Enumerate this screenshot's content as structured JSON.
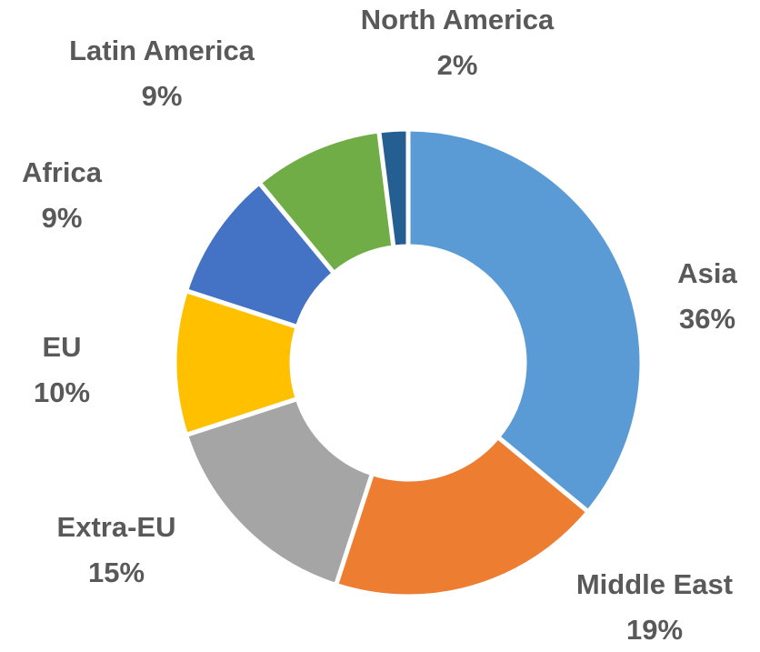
{
  "chart_data": {
    "type": "pie",
    "variant": "donut",
    "categories": [
      "Asia",
      "Middle East",
      "Extra-EU",
      "EU",
      "Africa",
      "Latin America",
      "North America"
    ],
    "values": [
      36,
      19,
      15,
      10,
      9,
      9,
      2
    ],
    "value_labels": [
      "36%",
      "19%",
      "15%",
      "10%",
      "9%",
      "9%",
      "2%"
    ],
    "colors": [
      "#5B9BD5",
      "#ED7D31",
      "#A5A5A5",
      "#FFC000",
      "#4472C4",
      "#70AD47",
      "#255E91"
    ],
    "legend": "none",
    "title": ""
  }
}
